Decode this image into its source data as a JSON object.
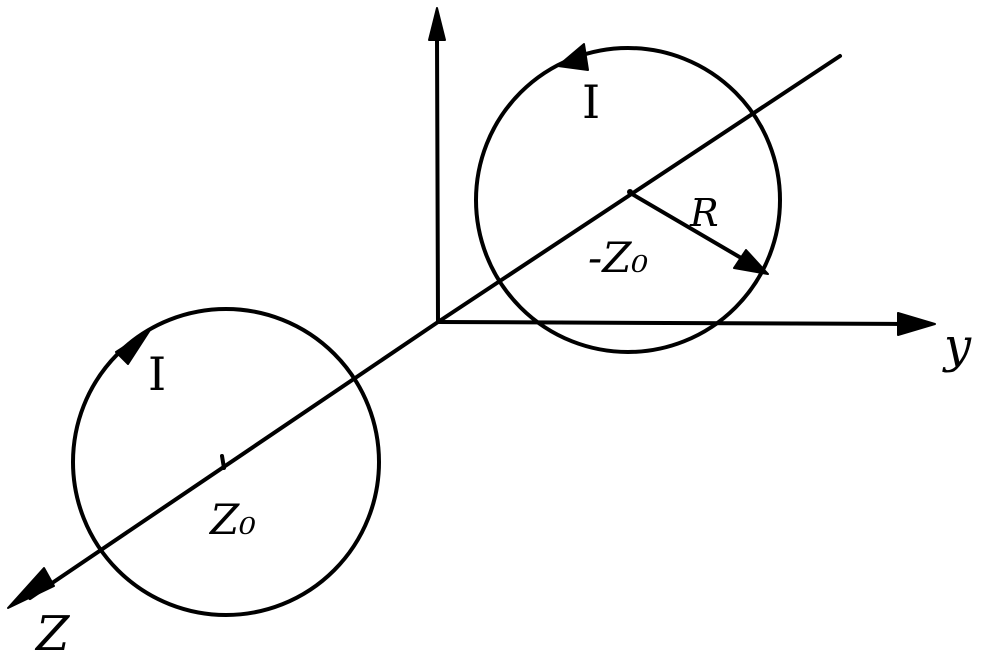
{
  "labels": {
    "current_upper": "I",
    "current_lower": "I",
    "radius": "R",
    "position_upper": "-Z₀",
    "position_lower": "Z₀",
    "axis_y": "y",
    "axis_z": "Z"
  },
  "colors": {
    "ink": "#000000",
    "background": "#ffffff"
  }
}
